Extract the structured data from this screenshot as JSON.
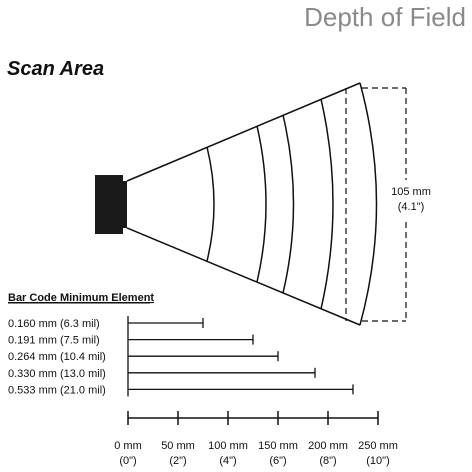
{
  "title": "Depth of Field",
  "subtitle": "Scan Area",
  "width_dim": {
    "mm": "105 mm",
    "in": "(4.1\")"
  },
  "legend_title": "Bar Code Minimum Element",
  "elements": [
    {
      "label": "0.160 mm (6.3 mil)",
      "range_mm": [
        0,
        75
      ]
    },
    {
      "label": "0.191 mm (7.5 mil)",
      "range_mm": [
        0,
        125
      ]
    },
    {
      "label": "0.264 mm (10.4 mil)",
      "range_mm": [
        0,
        150
      ]
    },
    {
      "label": "0.330 mm (13.0 mil)",
      "range_mm": [
        0,
        187
      ]
    },
    {
      "label": "0.533 mm (21.0 mil)",
      "range_mm": [
        0,
        225
      ]
    }
  ],
  "axis_ticks": [
    {
      "mm": 0,
      "label_mm": "0 mm",
      "label_in": "(0\")"
    },
    {
      "mm": 50,
      "label_mm": "50 mm",
      "label_in": "(2\")"
    },
    {
      "mm": 100,
      "label_mm": "100 mm",
      "label_in": "(4\")"
    },
    {
      "mm": 150,
      "label_mm": "150 mm",
      "label_in": "(6\")"
    },
    {
      "mm": 200,
      "label_mm": "200 mm",
      "label_in": "(8\")"
    },
    {
      "mm": 250,
      "label_mm": "250 mm",
      "label_in": "(10\")"
    }
  ],
  "colors": {
    "title": "#8a8a8a",
    "ink": "#111111",
    "scanner": "#1a1a1a"
  }
}
